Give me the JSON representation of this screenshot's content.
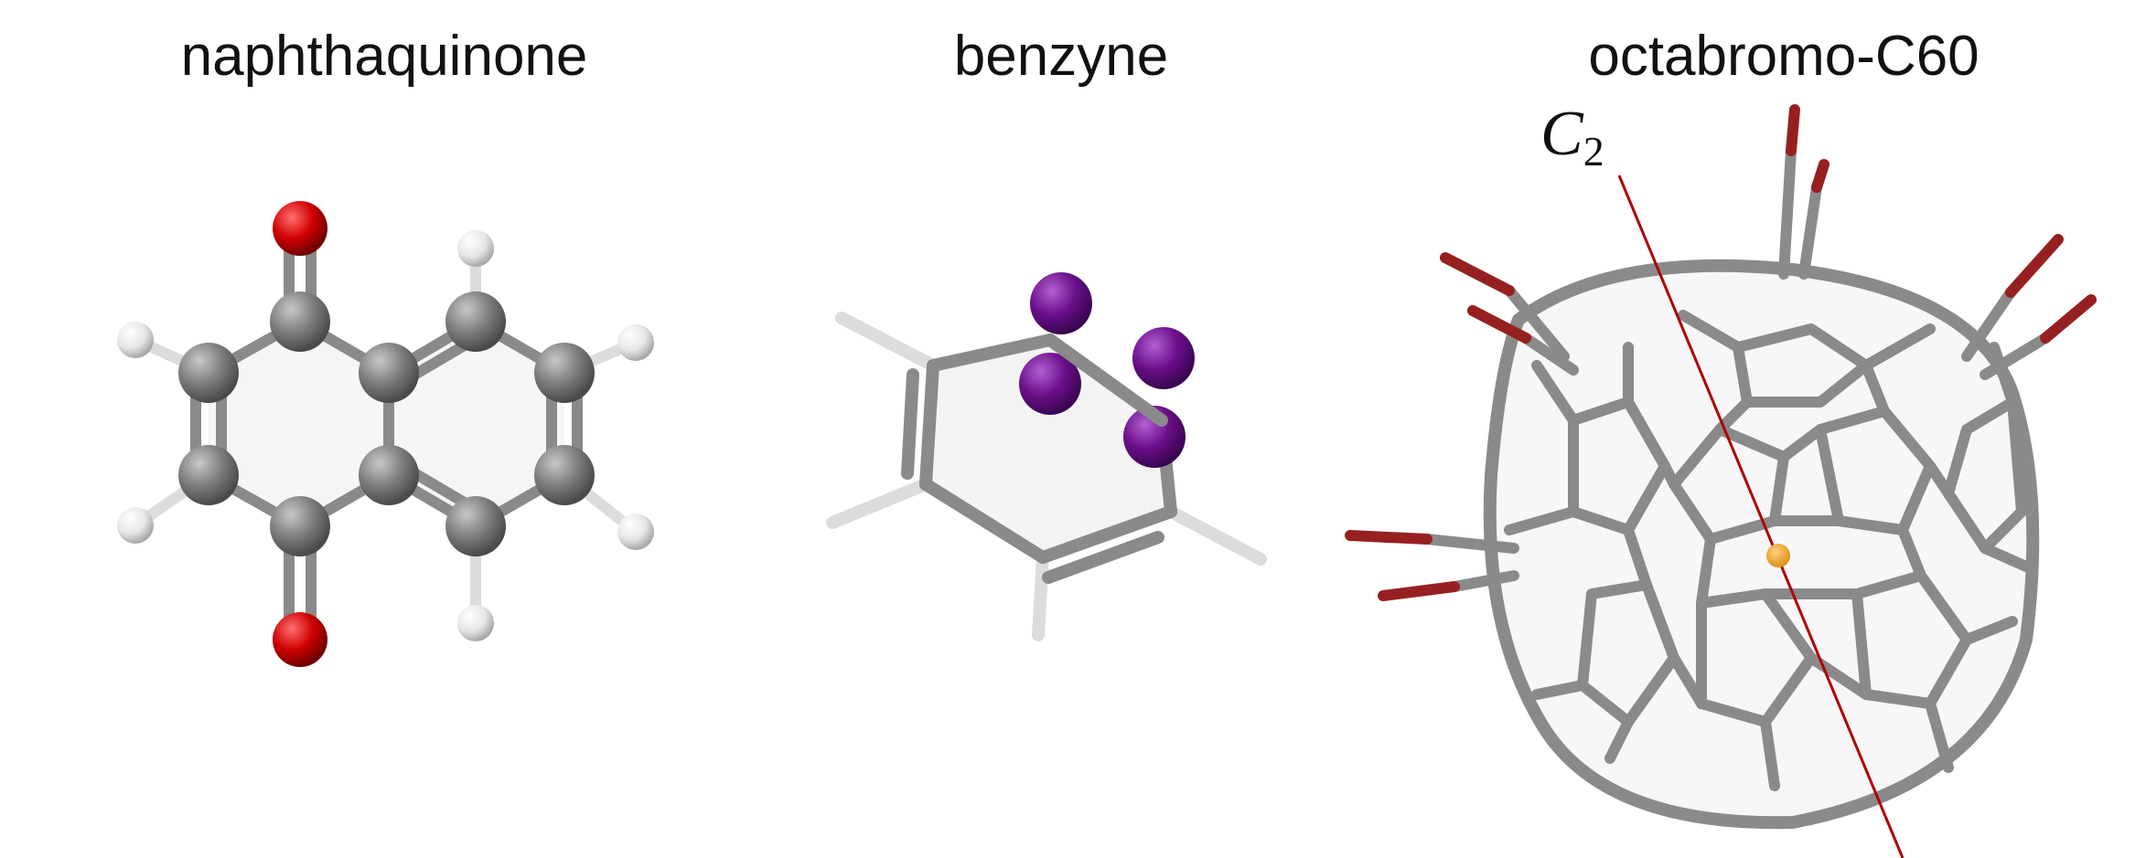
{
  "panels": [
    {
      "title": "naphthaquinone"
    },
    {
      "title": "benzyne"
    },
    {
      "title": "octabromo-C60"
    }
  ],
  "axis": {
    "symbol": "C",
    "subscript": "2"
  },
  "colors": {
    "carbon": "#808080",
    "hydrogen": "#f2f2f2",
    "oxygen": "#d00000",
    "dummy_atom": "#6b0f8a",
    "bromine": "#962020",
    "bond": "#8a8a8a",
    "axis_line": "#b00000",
    "center": "#f0a020"
  }
}
